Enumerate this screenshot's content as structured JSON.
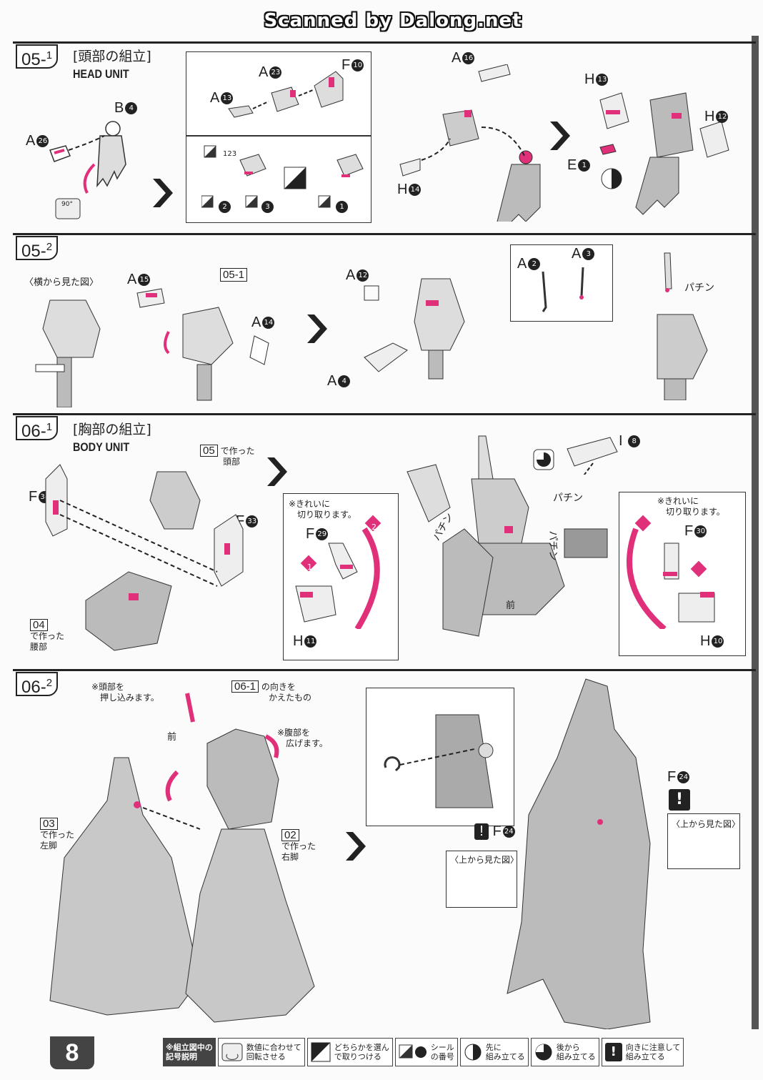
{
  "header": {
    "scan_credit": "Scanned by Dalong.net"
  },
  "page_number": "8",
  "sections": {
    "s05_1": {
      "step": "05-",
      "sub": "1",
      "title_jp": "[頭部の組立]",
      "title_en": "HEAD UNIT"
    },
    "s05_2": {
      "step": "05-",
      "sub": "2"
    },
    "s06_1": {
      "step": "06-",
      "sub": "1",
      "title_jp": "[胸部の組立]",
      "title_en": "BODY UNIT"
    },
    "s06_2": {
      "step": "06-",
      "sub": "2"
    }
  },
  "s05_1_parts": {
    "a26": {
      "l": "A",
      "n": "26"
    },
    "b4": {
      "l": "B",
      "n": "4"
    },
    "a13": {
      "l": "A",
      "n": "13"
    },
    "a23": {
      "l": "A",
      "n": "23"
    },
    "f10": {
      "l": "F",
      "n": "10"
    },
    "a16": {
      "l": "A",
      "n": "16"
    },
    "h14": {
      "l": "H",
      "n": "14"
    },
    "h13": {
      "l": "H",
      "n": "13"
    },
    "h12": {
      "l": "H",
      "n": "12"
    },
    "e1": {
      "l": "E",
      "n": "1"
    },
    "rotate": "90°",
    "sticker_123": "123",
    "sticker_2": "2",
    "sticker_3": "3",
    "sticker_1": "1"
  },
  "s05_2_parts": {
    "side_view": "〈横から見た図〉",
    "a15": {
      "l": "A",
      "n": "15"
    },
    "a14": {
      "l": "A",
      "n": "14"
    },
    "ref_05_1": "05-1",
    "a12": {
      "l": "A",
      "n": "12"
    },
    "a4": {
      "l": "A",
      "n": "4"
    },
    "a2": {
      "l": "A",
      "n": "2"
    },
    "a3": {
      "l": "A",
      "n": "3"
    },
    "snap": "パチン"
  },
  "s06_1_parts": {
    "f34": {
      "l": "F",
      "n": "34"
    },
    "f33": {
      "l": "F",
      "n": "33"
    },
    "head_ref": "05",
    "head_note1": "で作った",
    "head_note2": "頭部",
    "waist_ref": "04",
    "waist_note1": "で作った",
    "waist_note2": "腰部",
    "clean_cut_1": "※きれいに",
    "clean_cut_2": "切り取ります。",
    "f29": {
      "l": "F",
      "n": "29"
    },
    "h11": {
      "l": "H",
      "n": "11"
    },
    "f30": {
      "l": "F",
      "n": "30"
    },
    "h10": {
      "l": "H",
      "n": "10"
    },
    "i8": {
      "l": "I",
      "n": "8"
    },
    "snap": "パチン",
    "front": "前",
    "step1": "1",
    "step2": "2"
  },
  "s06_2_parts": {
    "push_head_1": "※頭部を",
    "push_head_2": "押し込みます。",
    "ref_06_1": "06-1",
    "ref_06_1_note1": "の向きを",
    "ref_06_1_note2": "かえたもの",
    "widen_1": "※腹部を",
    "widen_2": "広げます。",
    "front": "前",
    "left_leg_ref": "03",
    "left_leg_1": "で作った",
    "left_leg_2": "左脚",
    "right_leg_ref": "02",
    "right_leg_1": "で作った",
    "right_leg_2": "右脚",
    "f24": {
      "l": "F",
      "n": "24"
    },
    "top_view": "〈上から見た図〉"
  },
  "legend": {
    "title_1": "※組立図中の",
    "title_2": "記号説明",
    "items": [
      {
        "icon": "rotate-icon",
        "text1": "数値に合わせて",
        "text2": "回転させる"
      },
      {
        "icon": "choose-icon",
        "text1": "どちらかを選ん",
        "text2": "で取りつける"
      },
      {
        "icon": "sticker-icon",
        "text1": "シール",
        "text2": "の番号"
      },
      {
        "icon": "first-assembly-icon",
        "text1": "先に",
        "text2": "組み立てる"
      },
      {
        "icon": "later-assembly-icon",
        "text1": "後から",
        "text2": "組み立てる"
      },
      {
        "icon": "caution-icon",
        "text1": "向きに注意して",
        "text2": "組み立てる"
      }
    ]
  },
  "colors": {
    "accent": "#e0307a",
    "ink": "#222222",
    "part_fill": "#d9d9d9",
    "part_dark": "#8a8a8a"
  }
}
